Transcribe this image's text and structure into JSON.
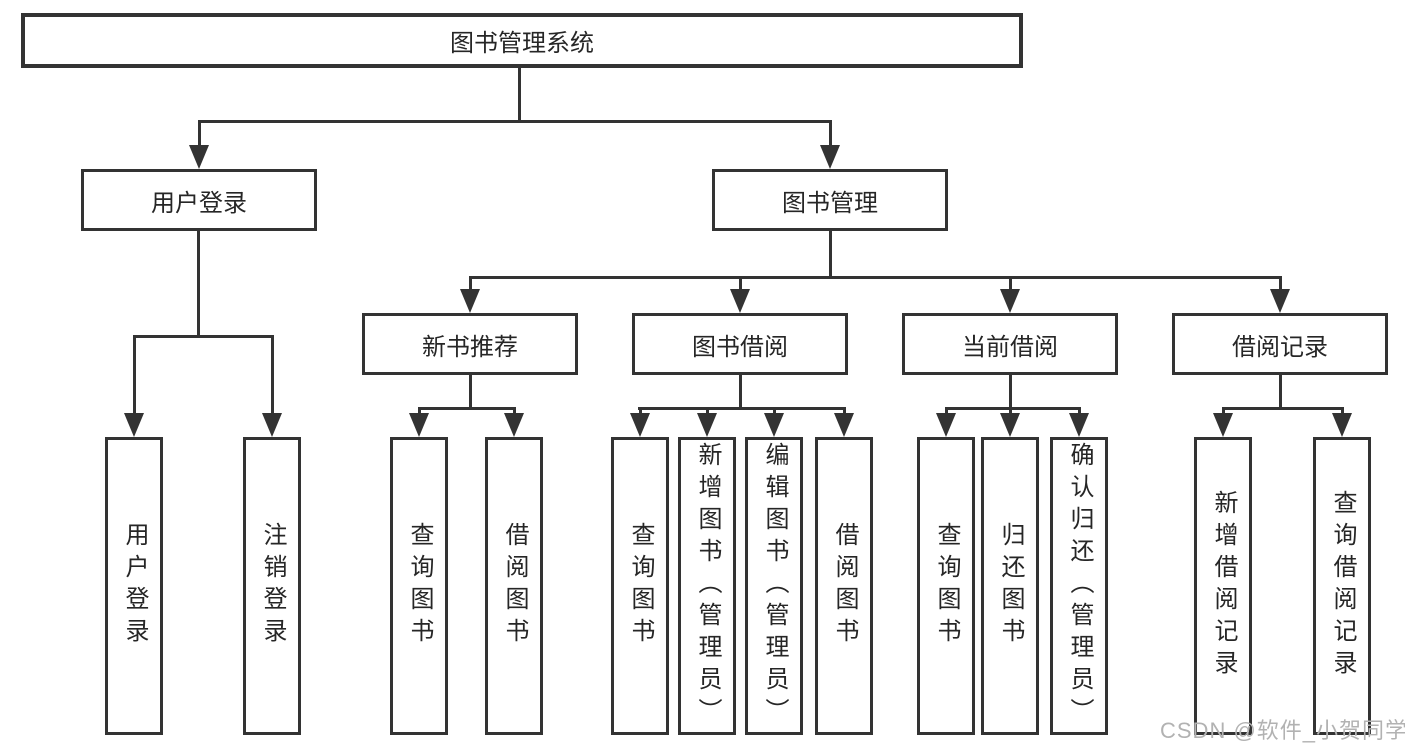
{
  "diagram": {
    "root_label": "图书管理系统",
    "level2": [
      "用户登录",
      "图书管理"
    ],
    "level3": [
      "新书推荐",
      "图书借阅",
      "当前借阅",
      "借阅记录"
    ],
    "leaves_login": [
      "用户登录",
      "注销登录"
    ],
    "leaves_new_books": [
      "查询图书",
      "借阅图书"
    ],
    "leaves_book_borrow": [
      "查询图书",
      "新增图书（管理员）",
      "编辑图书（管理员）",
      "借阅图书"
    ],
    "leaves_current_borrow": [
      "查询图书",
      "归还图书",
      "确认归还（管理员）"
    ],
    "leaves_records": [
      "新增借阅记录",
      "查询借阅记录"
    ]
  },
  "hierarchy": {
    "图书管理系统": {
      "用户登录": [
        "用户登录",
        "注销登录"
      ],
      "图书管理": {
        "新书推荐": [
          "查询图书",
          "借阅图书"
        ],
        "图书借阅": [
          "查询图书",
          "新增图书（管理员）",
          "编辑图书（管理员）",
          "借阅图书"
        ],
        "当前借阅": [
          "查询图书",
          "归还图书",
          "确认归还（管理员）"
        ],
        "借阅记录": [
          "新增借阅记录",
          "查询借阅记录"
        ]
      }
    }
  },
  "watermark": {
    "text": "CSDN @软件_小贺同学"
  },
  "colors": {
    "line": "#333333",
    "text": "#262626",
    "watermark": "#b2b2b2",
    "background": "#ffffff"
  }
}
